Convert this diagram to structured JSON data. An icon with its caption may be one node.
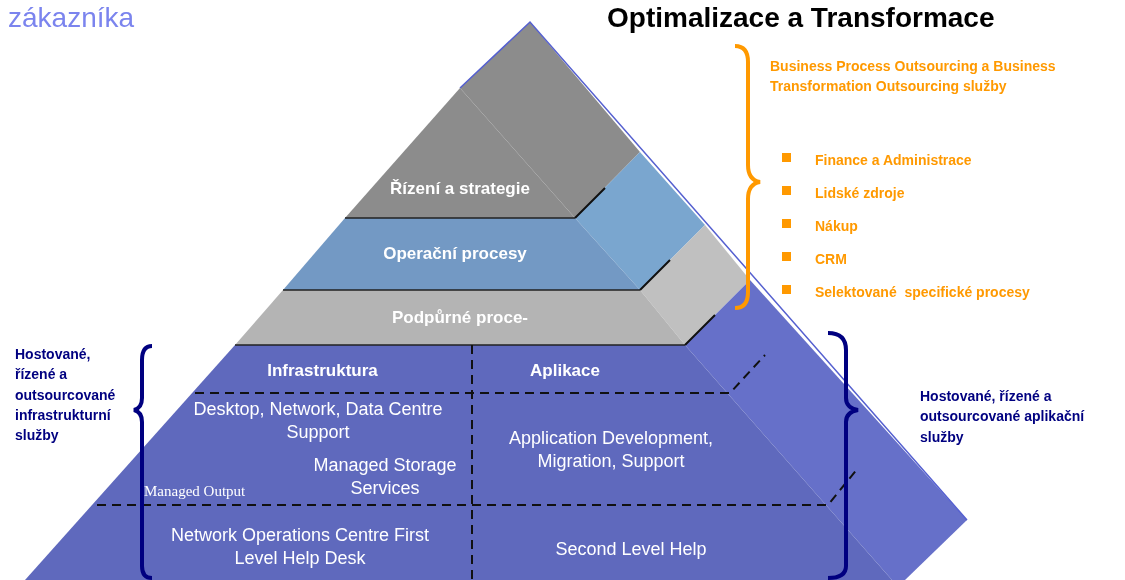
{
  "diagram": {
    "title": "Optimalizace a Transformace",
    "nodes": [
      {
        "text": [
          "Řízení a strategie"
        ]
      },
      {
        "text": [
          "Operační procesy"
        ]
      },
      {
        "text": [
          "Podpůrné proce-"
        ]
      },
      {
        "text": [
          "Infrastruktura"
        ]
      },
      {
        "text": [
          "Aplikace"
        ]
      },
      {
        "text": [
          "Desktop, Network, Data Centre Support",
          "Managed Output",
          "Managed Storage Services"
        ]
      },
      {
        "text": [
          "Application Development, Migration, Support"
        ]
      },
      {
        "text": [
          "Network Operations Centre First Level Help Desk"
        ]
      },
      {
        "text": [
          "Second Level Help"
        ]
      }
    ],
    "edges": [],
    "labels": [
      "zákazníka",
      "Business Process Outsourcing a Business Transformation Outsourcing služby",
      "Finance a Administrace",
      "Lidské zdroje",
      "Nákup",
      "CRM",
      "Selektované  specifické procesy",
      "Hostované, řízené a outsourcované infrastrukturní služby",
      "Hostované, řízené a outsourcované aplikační služby"
    ]
  }
}
